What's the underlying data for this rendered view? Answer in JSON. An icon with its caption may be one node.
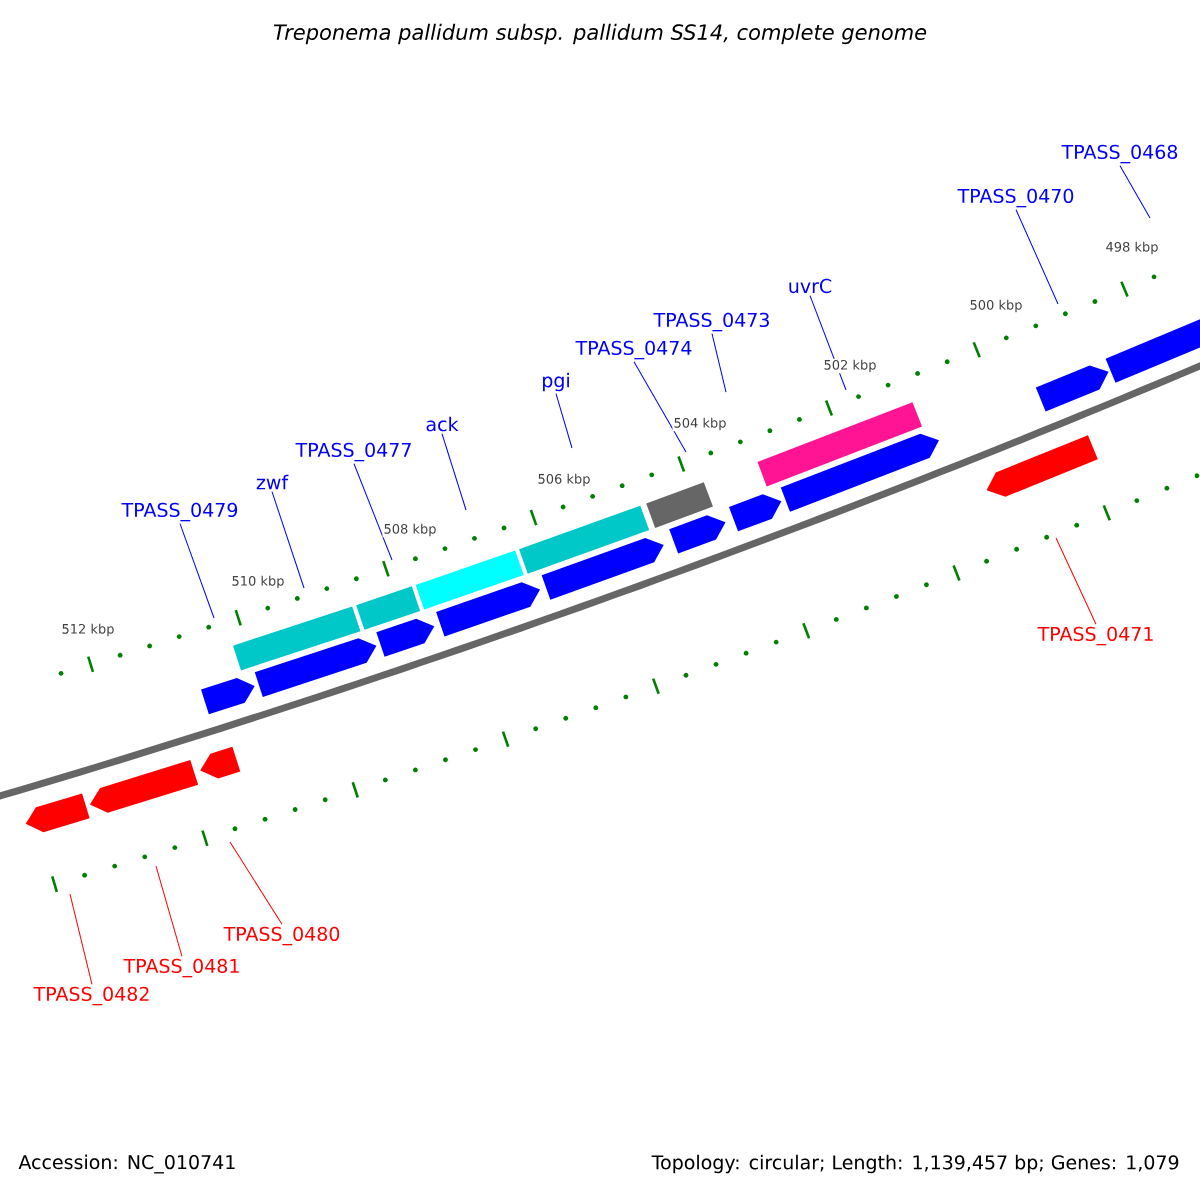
{
  "diagram": {
    "title": "Treponema pallidum subsp. pallidum SS14, complete genome",
    "nodes": [
      {
        "text": [
          "TPASS_0468"
        ]
      },
      {
        "text": [
          "TPASS_0470"
        ]
      },
      {
        "text": [
          "uvrC"
        ]
      },
      {
        "text": [
          "TPASS_0473"
        ]
      },
      {
        "text": [
          "TPASS_0474"
        ]
      },
      {
        "text": [
          "pgi"
        ]
      },
      {
        "text": [
          "ack"
        ]
      },
      {
        "text": [
          "TPASS_0477"
        ]
      },
      {
        "text": [
          "zwf"
        ]
      },
      {
        "text": [
          "TPASS_0479"
        ]
      },
      {
        "text": [
          "TPASS_0471"
        ]
      },
      {
        "text": [
          "TPASS_0480"
        ]
      },
      {
        "text": [
          "TPASS_0481"
        ]
      },
      {
        "text": [
          "TPASS_0482"
        ]
      }
    ],
    "edges": [
      {
        "from": 0,
        "to": null,
        "arrow": "none"
      },
      {
        "from": 1,
        "to": null,
        "arrow": "none"
      },
      {
        "from": 2,
        "to": null,
        "arrow": "none"
      },
      {
        "from": 3,
        "to": null,
        "arrow": "none"
      },
      {
        "from": 4,
        "to": null,
        "arrow": "none"
      },
      {
        "from": 5,
        "to": null,
        "arrow": "none"
      },
      {
        "from": 6,
        "to": null,
        "arrow": "none"
      },
      {
        "from": 7,
        "to": null,
        "arrow": "none"
      },
      {
        "from": 8,
        "to": null,
        "arrow": "none"
      },
      {
        "from": 9,
        "to": null,
        "arrow": "none"
      },
      {
        "from": 10,
        "to": null,
        "arrow": "none",
        "color": "#ff0000"
      },
      {
        "from": 11,
        "to": null,
        "arrow": "none",
        "color": "#ff0000"
      },
      {
        "from": 12,
        "to": null,
        "arrow": "none",
        "color": "#ff0000"
      },
      {
        "from": 13,
        "to": null,
        "arrow": "none",
        "color": "#ff0000"
      }
    ],
    "labels": [
      "498 kbp",
      "500 kbp",
      "502 kbp",
      "504 kbp",
      "506 kbp",
      "508 kbp",
      "510 kbp",
      "512 kbp",
      "Accession: NC_010741",
      "Topology: circular; Length: 1,139,457 bp; Genes: 1,079"
    ]
  }
}
